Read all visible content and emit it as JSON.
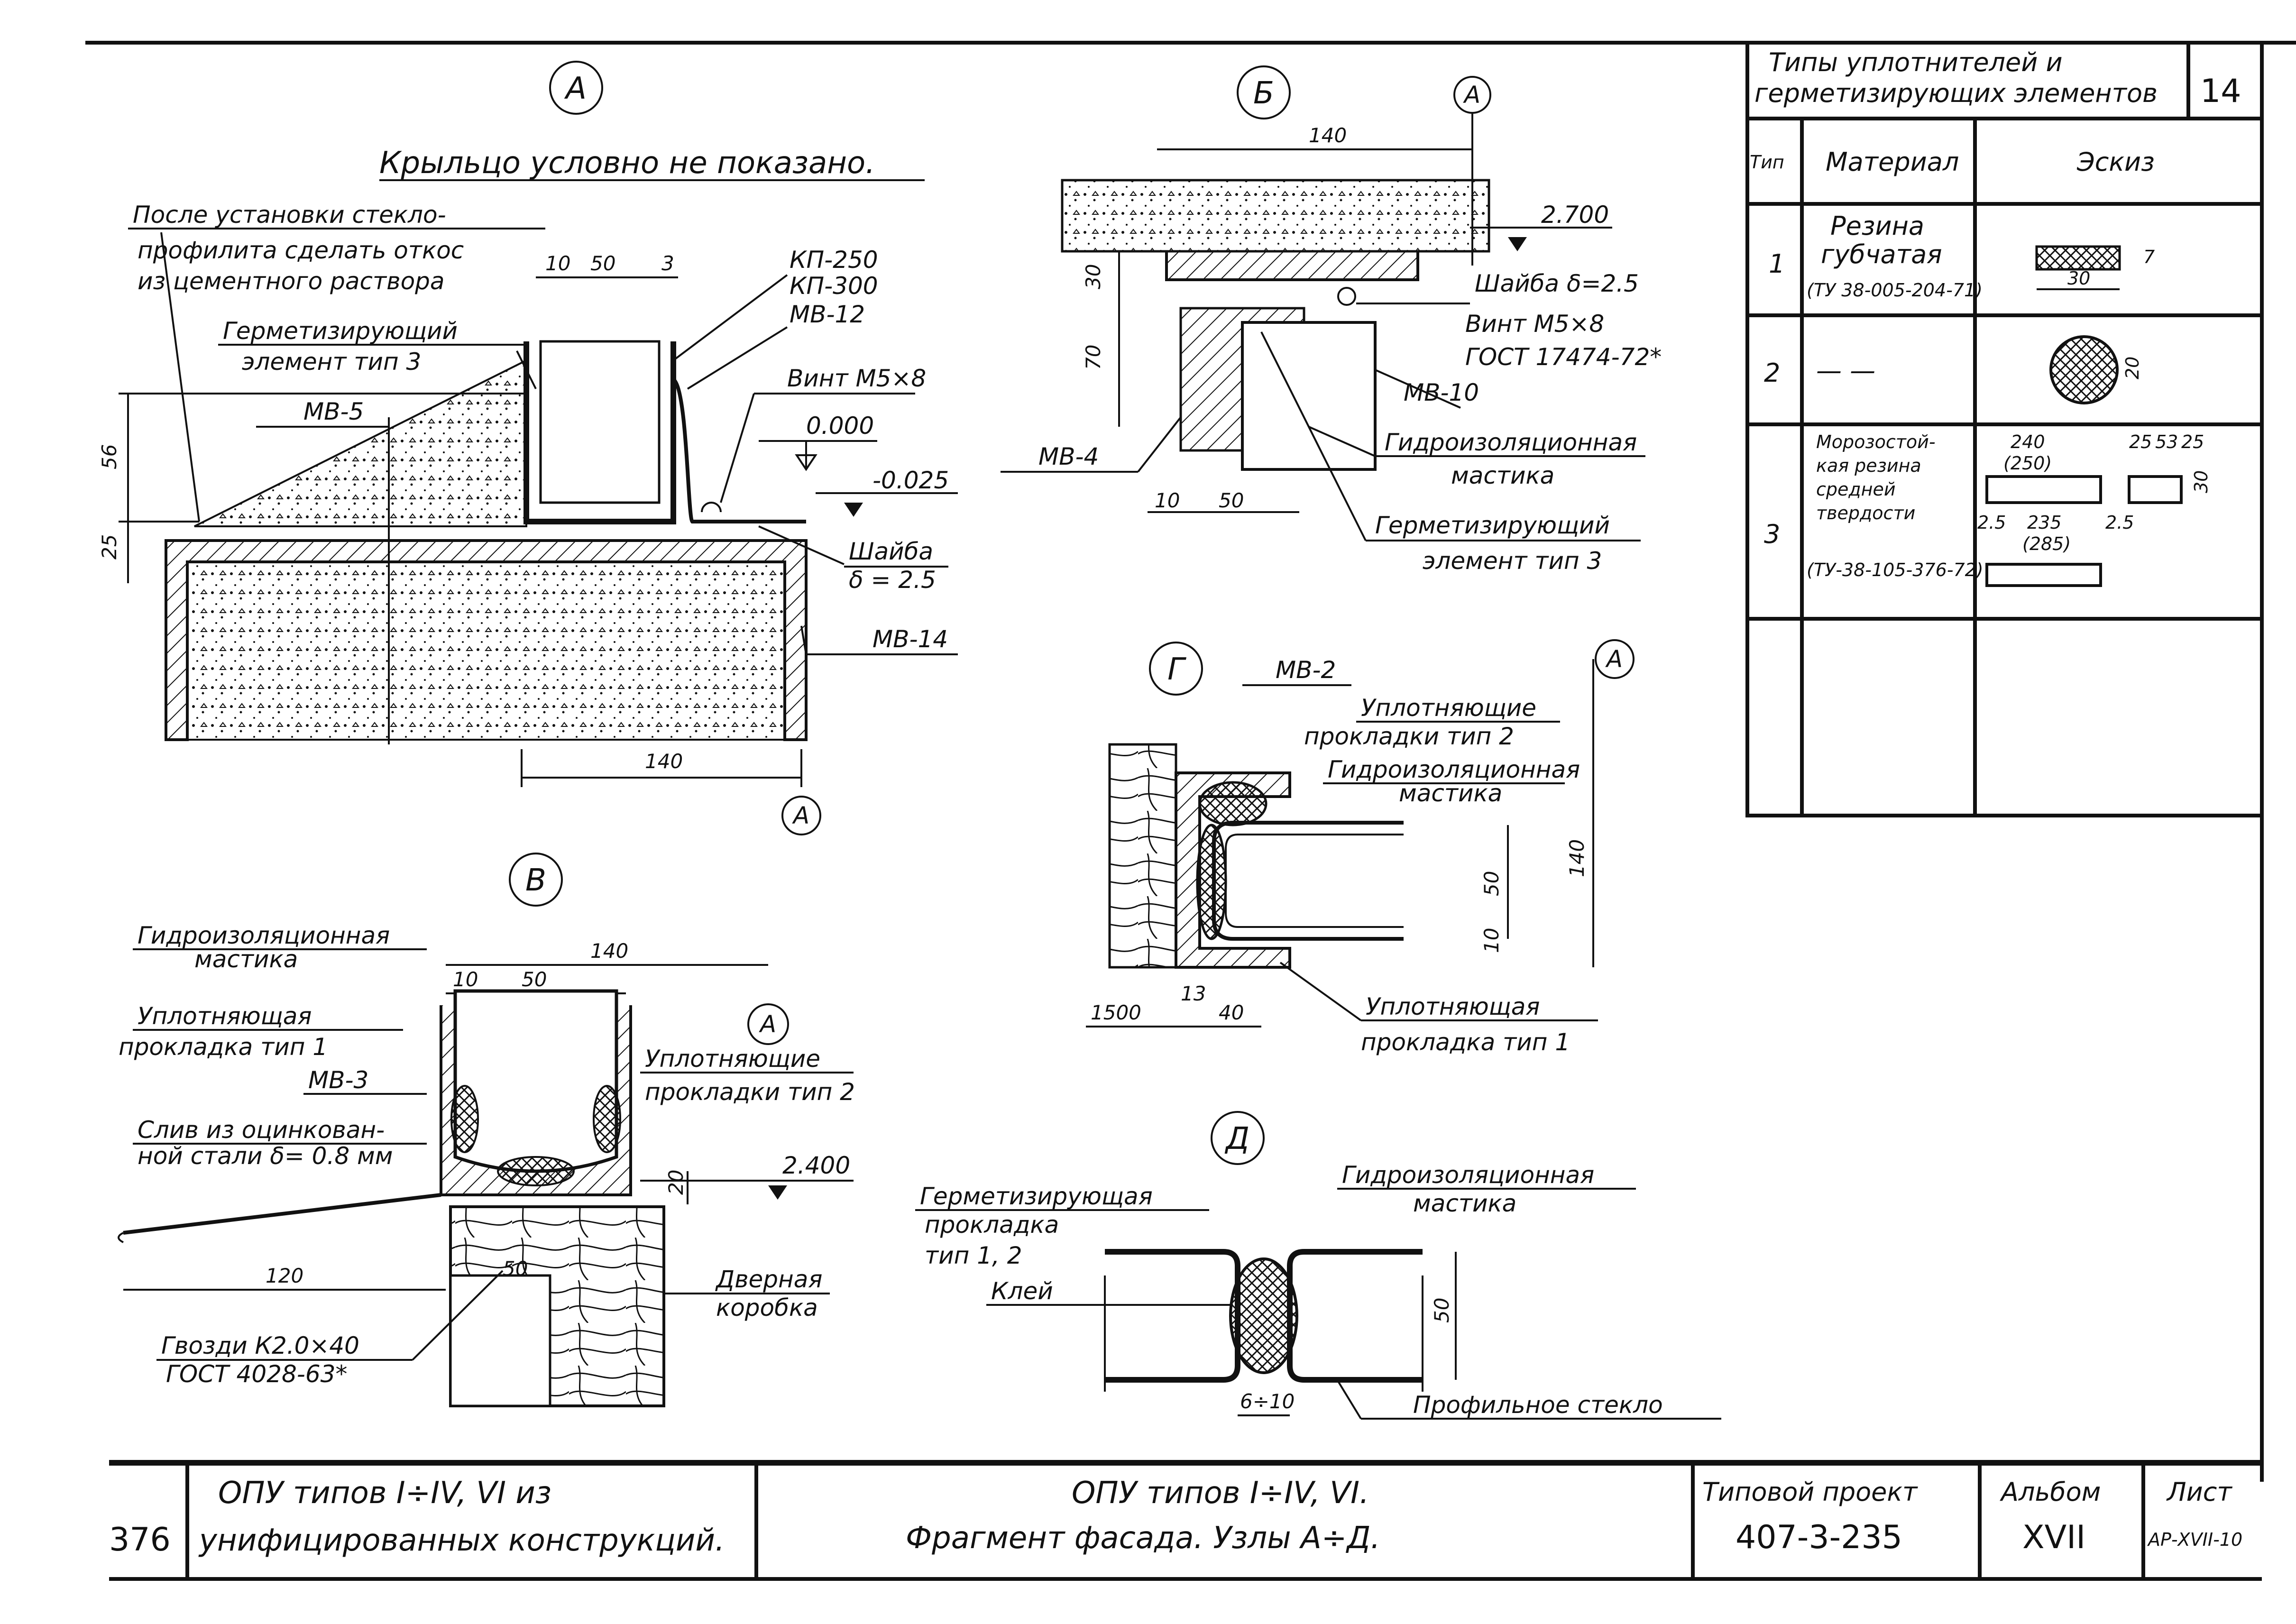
{
  "nodes": {
    "a": {
      "mark": "А",
      "note": "Крыльцо условно не показано.",
      "slope_note_1": "После установки стекло-",
      "slope_note_2": "профилита сделать откос",
      "slope_note_3": "из цементного раствора",
      "seal_1": "Герметизирующий",
      "seal_2": "элемент тип 3",
      "mb5": "МВ-5",
      "kp250": "КП-250",
      "kp300": "КП-300",
      "mb12": "МВ-12",
      "screw": "Винт М5×8",
      "level_0": "0.000",
      "level_1": "-0.025",
      "washer_1": "Шайба",
      "washer_2": "δ = 2.5",
      "mb14": "МВ-14",
      "d10": "10",
      "d50": "50",
      "d3": "3",
      "d56": "56",
      "d25": "25",
      "d140": "140",
      "axis": "А"
    },
    "b": {
      "mark": "Б",
      "axis": "А",
      "d140": "140",
      "level": "2.700",
      "washer": "Шайба δ=2.5",
      "screw": "Винт М5×8",
      "gost": "ГОСТ 17474-72*",
      "mb10": "МВ-10",
      "mb4": "МВ-4",
      "mastic_1": "Гидроизоляционная",
      "mastic_2": "мастика",
      "seal_1": "Герметизирующий",
      "seal_2": "элемент тип 3",
      "d30": "30",
      "d70": "70",
      "d10": "10",
      "d50": "50"
    },
    "v": {
      "mark": "В",
      "axis": "А",
      "mastic_1": "Гидроизоляционная",
      "mastic_2": "мастика",
      "pad1_1": "Уплотняющая",
      "pad1_2": "прокладка тип 1",
      "mb3": "МВ-3",
      "drip_1": "Слив из оцинкован-",
      "drip_2": "ной стали δ= 0.8 мм",
      "pad2_1": "Уплотняющие",
      "pad2_2": "прокладки тип 2",
      "level": "2.400",
      "frame_1": "Дверная",
      "frame_2": "коробка",
      "nails_1": "Гвозди К2.0×40",
      "nails_2": "ГОСТ 4028-63*",
      "d140": "140",
      "d10": "10",
      "d50": "50",
      "d20": "20",
      "d120": "120",
      "d50b": "50"
    },
    "g": {
      "mark": "Г",
      "axis": "А",
      "mb2": "МВ-2",
      "pad2_1": "Уплотняющие",
      "pad2_2": "прокладки тип 2",
      "mastic_1": "Гидроизоляционная",
      "mastic_2": "мастика",
      "pad1_1": "Уплотняющая",
      "pad1_2": "прокладка тип 1",
      "d140": "140",
      "d50": "50",
      "d10": "10",
      "d13": "13",
      "d40": "40",
      "d1500": "1500"
    },
    "d": {
      "mark": "Д",
      "seal_1": "Герметизирующая",
      "seal_2": "прокладка",
      "seal_3": "тип 1, 2",
      "glue": "Клей",
      "mastic_1": "Гидроизоляционная",
      "mastic_2": "мастика",
      "glass": "Профильное стекло",
      "d50": "50",
      "d6": "6÷10"
    }
  },
  "seals_table": {
    "title_1": "Типы уплотнителей и",
    "title_2": "герметизирующих элементов",
    "page_no": "14",
    "headers": [
      "Тип",
      "Материал",
      "Эскиз"
    ],
    "rows": [
      {
        "type": "1",
        "material": [
          "Резина",
          "губчатая",
          "(ТУ 38-005-204-71)"
        ],
        "sketch_dims": [
          "30",
          "7"
        ]
      },
      {
        "type": "2",
        "material": [
          "— —"
        ],
        "sketch_dims": [
          "20"
        ]
      },
      {
        "type": "3",
        "material": [
          "Морозостой-",
          "кая резина",
          "средней",
          "твердости",
          "(ТУ-38-105-376-72)"
        ],
        "sketch_dims": [
          "240",
          "(250)",
          "25",
          "53",
          "25",
          "30",
          "2.5",
          "235",
          "(285)",
          "2.5"
        ]
      },
      {
        "type": "",
        "material": [],
        "sketch_dims": []
      }
    ]
  },
  "title_block": {
    "stamp_no": "376",
    "left_1": "ОПУ типов I÷IV, VI из",
    "left_2": "унифицированных конструкций.",
    "center_1": "ОПУ типов I÷IV, VI.",
    "center_2": "Фрагмент фасада. Узлы А÷Д.",
    "project_label": "Типовой проект",
    "project_no": "407-3-235",
    "album_label": "Альбом",
    "album_no": "XVII",
    "sheet_label": "Лист",
    "sheet_no": "АР-XVII-10"
  }
}
